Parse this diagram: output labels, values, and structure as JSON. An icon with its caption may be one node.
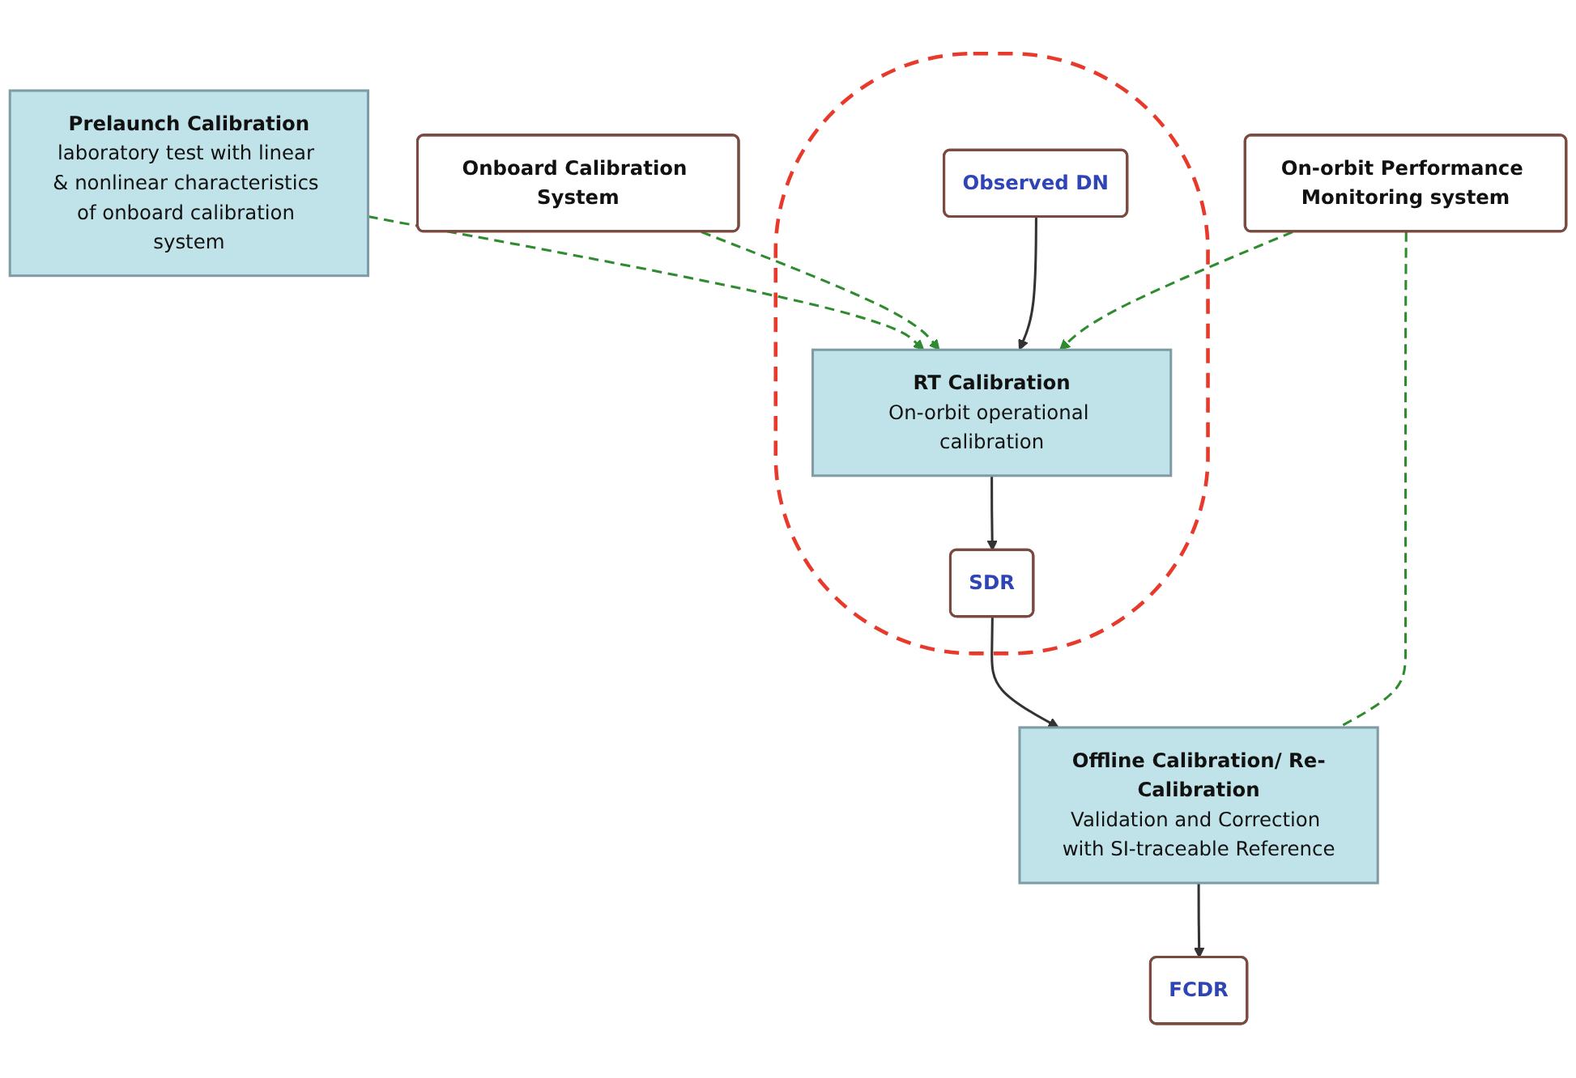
{
  "diagram": {
    "nodes": [
      {
        "text": [],
        "shape": "ellipse"
      },
      {
        "text": [
          "Prelaunch Calibration",
          "laboratory test with linear & nonlinear characteristics of onboard calibration system"
        ]
      },
      {
        "text": [
          "Observed DN"
        ],
        "in": 0
      },
      {
        "text": [
          "RT Calibration",
          "On-orbit operational calibration"
        ],
        "in": 0
      },
      {
        "text": [
          "On-orbit Performance Monitoring system"
        ]
      },
      {
        "text": [
          "Onboard Calibration System"
        ]
      },
      {
        "text": [
          "SDR"
        ],
        "in": 0
      },
      {
        "text": [
          "Offline Calibration/ Re-Calibration",
          "Validation and Correction with SI-traceable Reference"
        ]
      },
      {
        "text": [
          "FCDR"
        ]
      }
    ],
    "edges": [
      {
        "from": 1,
        "to": 3,
        "arrow": "to",
        "style": "dashed",
        "color": "#2e8b2e"
      },
      {
        "from": 5,
        "to": 3,
        "arrow": "to",
        "style": "dashed",
        "color": "#2e8b2e"
      },
      {
        "from": 2,
        "to": 3,
        "arrow": "to"
      },
      {
        "from": 4,
        "to": 3,
        "arrow": "to",
        "style": "dashed",
        "color": "#2e8b2e"
      },
      {
        "from": 3,
        "to": 6,
        "arrow": "to"
      },
      {
        "from": 6,
        "to": 7,
        "arrow": "to"
      },
      {
        "from": 4,
        "to": 7,
        "arrow": "none",
        "style": "dashed",
        "color": "#2e8b2e"
      },
      {
        "from": 7,
        "to": 8,
        "arrow": "to"
      }
    ]
  }
}
